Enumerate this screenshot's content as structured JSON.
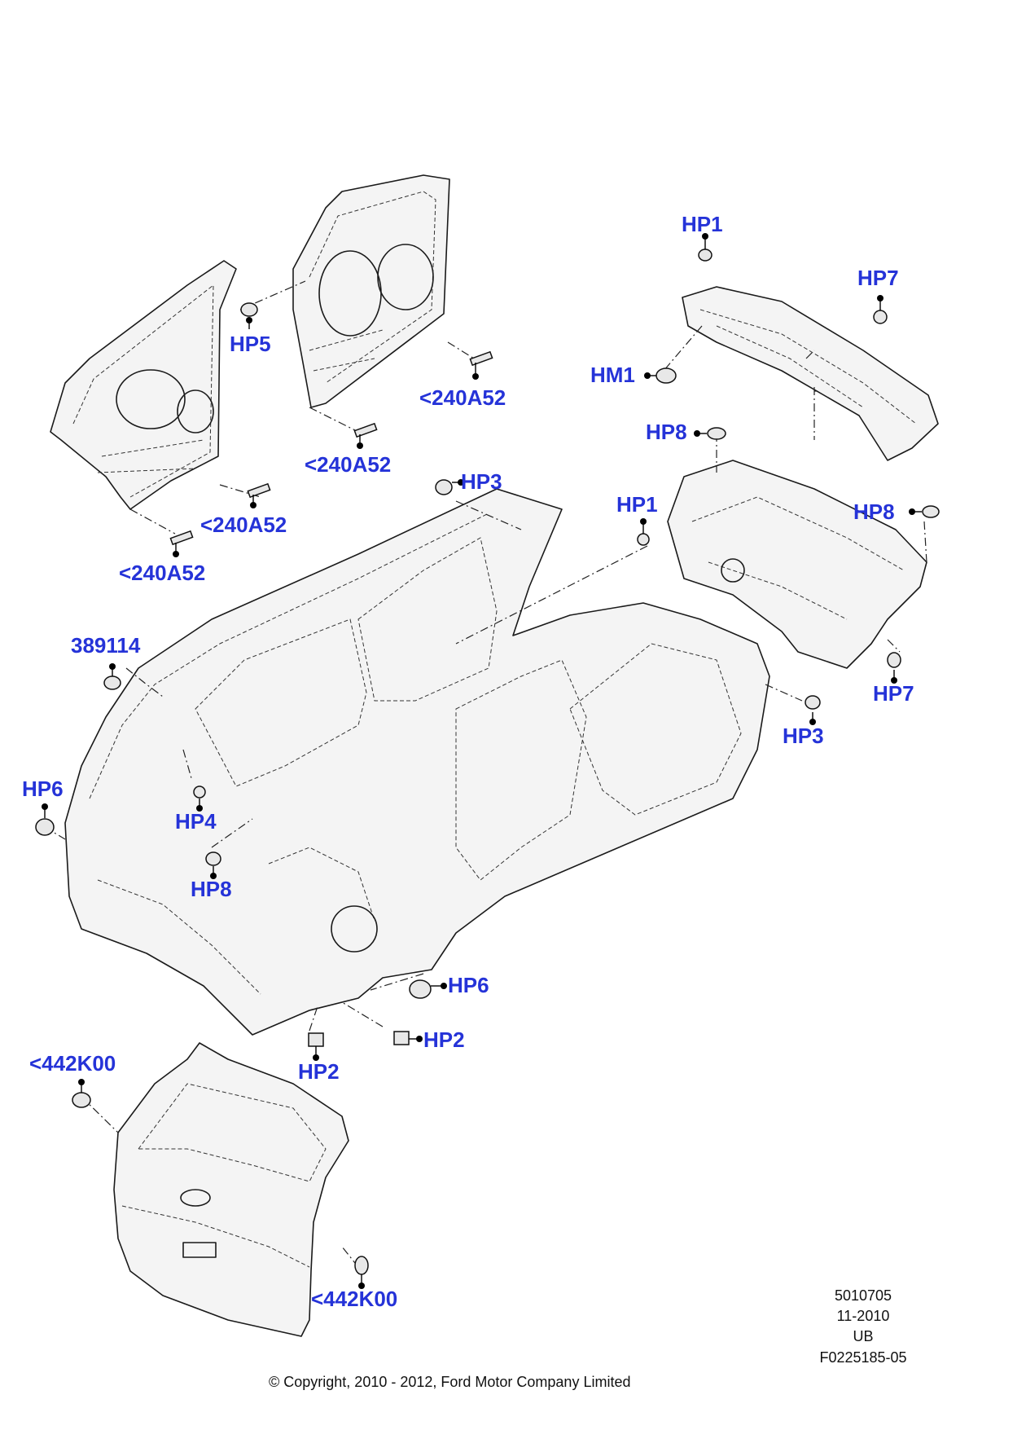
{
  "callouts": {
    "hp1_top": "HP1",
    "hp7_top": "HP7",
    "hp5": "HP5",
    "a52_1": "<240A52",
    "a52_2": "<240A52",
    "a52_3": "<240A52",
    "a52_4": "<240A52",
    "hm1": "HM1",
    "hp8_top": "HP8",
    "hp3_top": "HP3",
    "hp1_mid": "HP1",
    "hp8_right": "HP8",
    "p389114": "389114",
    "hp7_bottom": "HP7",
    "hp3_right": "HP3",
    "hp6_left": "HP6",
    "hp4": "HP4",
    "hp8_left": "HP8",
    "hp6_bottom": "HP6",
    "hp2_right": "HP2",
    "k00_top": "<442K00",
    "hp2_left": "HP2",
    "k00_bottom": "<442K00"
  },
  "meta": {
    "ref1": "5010705",
    "ref2": "11-2010",
    "ref3": "UB",
    "ref4": "F0225185-05"
  },
  "copyright": "© Copyright, 2010 - 2012, Ford Motor Company Limited",
  "colors": {
    "callout": "#2533d8",
    "line": "#1a1a1a"
  }
}
